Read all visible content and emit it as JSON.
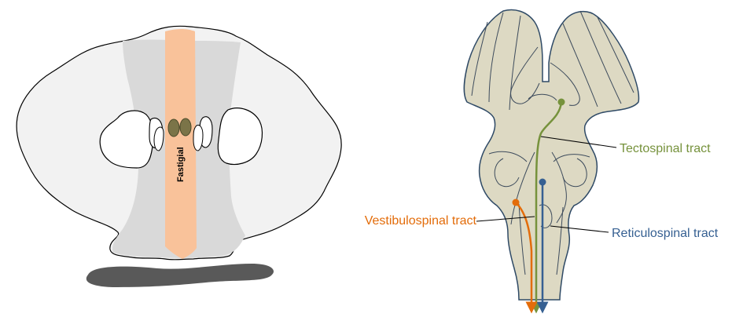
{
  "left_panel": {
    "fastigial_label": "Fastigial",
    "colors": {
      "cerebellum_fill": "#f2f2f2",
      "vermis_fill": "#d9d9d9",
      "fastigial_band": "#f9c29a",
      "nucleus_fill": "#7b7448",
      "brainstem_shadow": "#595959"
    }
  },
  "right_panel": {
    "labels": {
      "tectospinal": "Tectospinal tract",
      "vestibulospinal": "Vestibulospinal tract",
      "reticulospinal": "Reticulospinal tract"
    },
    "colors": {
      "brainstem_fill": "#ddd9c3",
      "brainstem_stroke": "#2f4a66",
      "tectospinal": "#76923c",
      "vestibulospinal": "#e36c0a",
      "reticulospinal": "#366092"
    }
  }
}
